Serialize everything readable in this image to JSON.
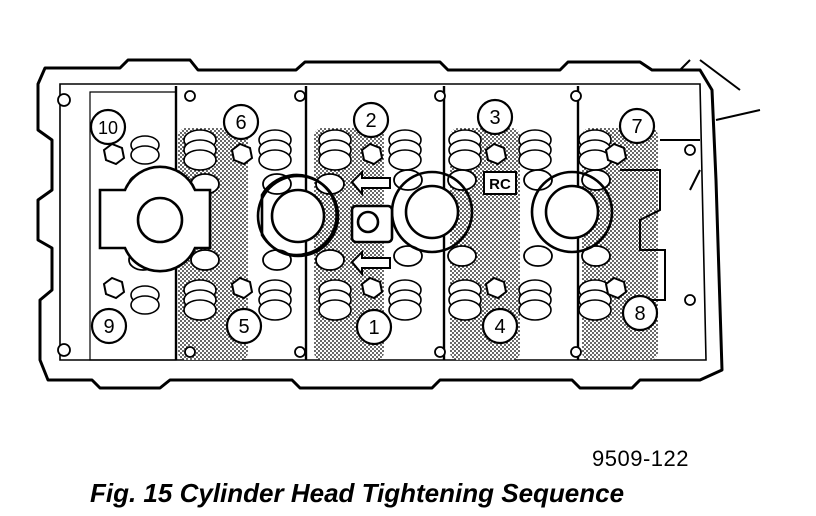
{
  "figure": {
    "number_label": "9509-122",
    "caption": "Fig. 15 Cylinder Head Tightening Sequence"
  },
  "bolts": [
    {
      "label": "1"
    },
    {
      "label": "2"
    },
    {
      "label": "3"
    },
    {
      "label": "4"
    },
    {
      "label": "5"
    },
    {
      "label": "6"
    },
    {
      "label": "7"
    },
    {
      "label": "8"
    },
    {
      "label": "9"
    },
    {
      "label": "10"
    }
  ],
  "stamp": {
    "label": "RC"
  },
  "colors": {
    "ink": "#000000",
    "paper": "#ffffff",
    "shade": "#9a9a9a"
  }
}
